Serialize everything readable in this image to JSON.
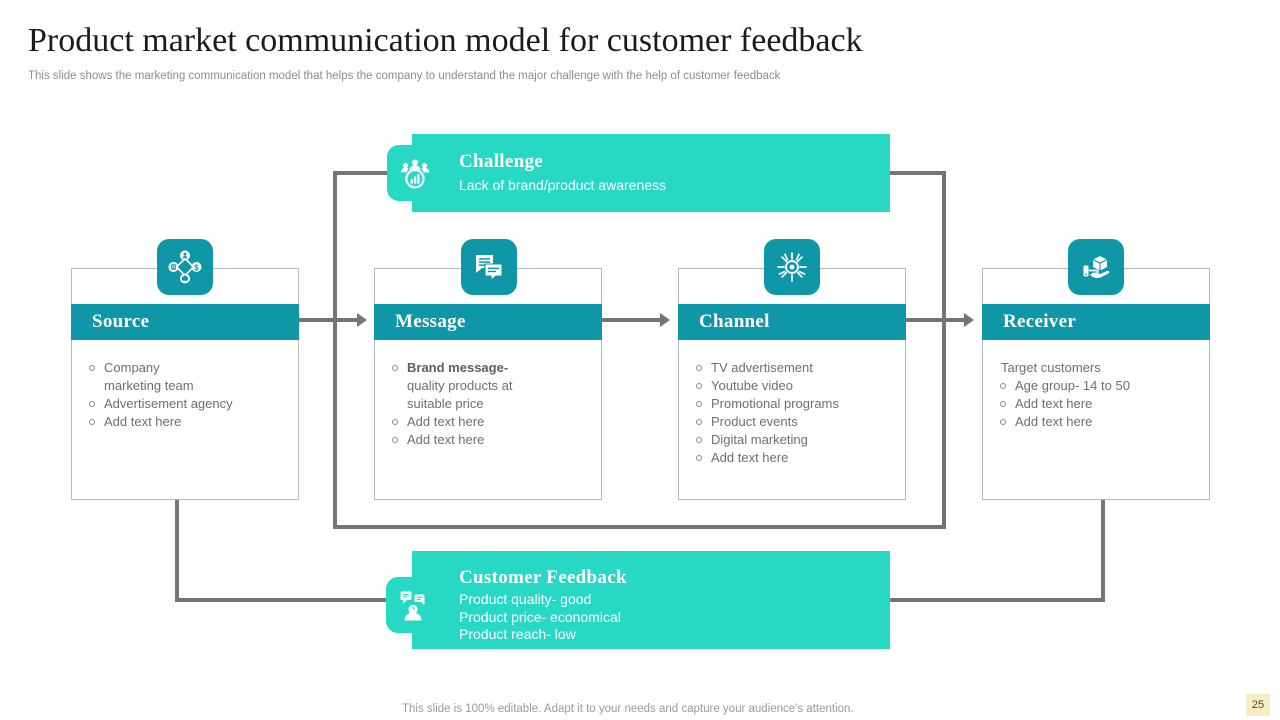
{
  "header": {
    "title": "Product market communication model for customer feedback",
    "subtitle": "This slide shows the marketing communication model that helps the company to understand the major challenge with the help of customer feedback"
  },
  "colors": {
    "primary_teal": "#0f97a8",
    "mint": "#27d8c5",
    "connector_gray": "#757575",
    "body_text": "#6f6f6f",
    "page_badge": "#f7edc0"
  },
  "challenge": {
    "icon": "people-analytics-icon",
    "title": "Challenge",
    "text": "Lack of brand/product awareness"
  },
  "feedback": {
    "icon": "customer-feedback-icon",
    "title": "Customer Feedback",
    "lines": [
      "Product quality-  good",
      "Product price- economical",
      "Product reach- low"
    ]
  },
  "pillars": [
    {
      "key": "source",
      "icon": "network-nodes-icon",
      "title": "Source",
      "lead": "",
      "items": [
        {
          "text": "Company",
          "bullet": true
        },
        {
          "text": "marketing team",
          "bullet": false
        },
        {
          "text": "Advertisement agency",
          "bullet": true
        },
        {
          "text": "Add text here",
          "bullet": true
        }
      ]
    },
    {
      "key": "message",
      "icon": "speech-bubbles-icon",
      "title": "Message",
      "lead": "",
      "items": [
        {
          "text": "Brand message-",
          "bullet": true,
          "bold": true
        },
        {
          "text": "quality products at",
          "bullet": false
        },
        {
          "text": "suitable price",
          "bullet": false
        },
        {
          "text": "Add text here",
          "bullet": true
        },
        {
          "text": "Add text here",
          "bullet": true
        }
      ]
    },
    {
      "key": "channel",
      "icon": "broadcast-burst-icon",
      "title": "Channel",
      "lead": "",
      "items": [
        {
          "text": "TV advertisement",
          "bullet": true
        },
        {
          "text": "Youtube video",
          "bullet": true
        },
        {
          "text": "Promotional programs",
          "bullet": true
        },
        {
          "text": "Product events",
          "bullet": true
        },
        {
          "text": "Digital marketing",
          "bullet": true
        },
        {
          "text": "Add text here",
          "bullet": true
        }
      ]
    },
    {
      "key": "receiver",
      "icon": "hand-package-icon",
      "title": "Receiver",
      "lead": "Target customers",
      "items": [
        {
          "text": "Age group- 14 to 50",
          "bullet": true
        },
        {
          "text": "Add text here",
          "bullet": true
        },
        {
          "text": "Add text here",
          "bullet": true
        }
      ]
    }
  ],
  "footer": {
    "note": "This slide is 100% editable. Adapt it to your needs and capture your audience's attention.",
    "page_number": "25"
  }
}
